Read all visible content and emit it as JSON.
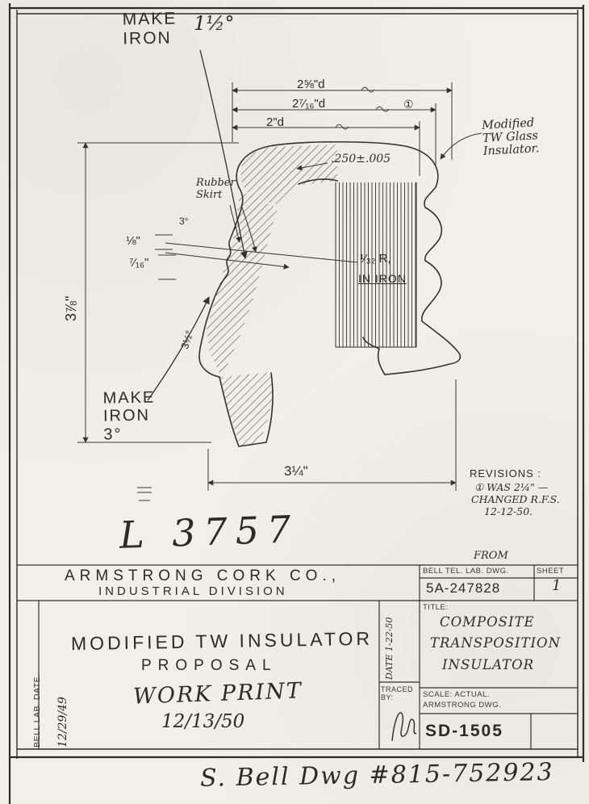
{
  "colors": {
    "paper": "#f2efe7",
    "ink": "#33312a"
  },
  "drawing": {
    "make_iron_top": "MAKE\nIRON",
    "make_iron_top_angle": "1½°",
    "dim_d1": "2⅝\"d",
    "dim_d2": "2⁷⁄₁₆\"d",
    "dim_d2_note": "①",
    "dim_d3": "2\"d",
    "modified_tw_label": "Modified\nTW Glass\nInsulator.",
    "tolerance": ".250±.005",
    "rubber_skirt": "Rubber\nSkirt",
    "angle_small": "3°",
    "dim_eighth": "⅛\"",
    "dim_716": "⁷⁄₁₆\"",
    "radius_note": "¹⁄₃₂ R,",
    "radius_note_2": "IN IRON",
    "angle_35": "3½°",
    "make_iron_bottom": "MAKE\nIRON\n3°",
    "dim_height": "3⅞\"",
    "dim_width": "3¼\"",
    "revisions_title": "REVISIONS :",
    "revision_line1": "① WAS 2¼\" —",
    "revision_line2": "CHANGED R.F.S.",
    "revision_line3": "12-12-50.",
    "part_number": "L 3757"
  },
  "title_block": {
    "company": "ARMSTRONG CORK CO.,",
    "division": "INDUSTRIAL DIVISION",
    "from_label": "FROM",
    "bell_dwg_label": "BELL TEL. LAB. DWG.",
    "sheet_label": "SHEET",
    "bell_dwg_number": "5A-247828",
    "sheet_number": "1",
    "bell_lab_date_label": "BELL LAB. DATE.",
    "bell_lab_date": "12/29/49",
    "main_title": "MODIFIED TW INSULATOR",
    "subtitle": "PROPOSAL",
    "work_print": "WORK PRINT",
    "work_print_date": "12/13/50",
    "date_label": "DATE 1-22-50",
    "traced_by_label": "TRACED\nBY:",
    "title_label": "TITLE:",
    "title_line1": "COMPOSITE",
    "title_line2": "TRANSPOSITION",
    "title_line3": "INSULATOR",
    "scale_label": "SCALE: ACTUAL.",
    "armstrong_dwg_label": "ARMSTRONG DWG.",
    "drawing_number": "SD-1505"
  },
  "footer": {
    "note": "S. Bell Dwg #815-752923"
  }
}
